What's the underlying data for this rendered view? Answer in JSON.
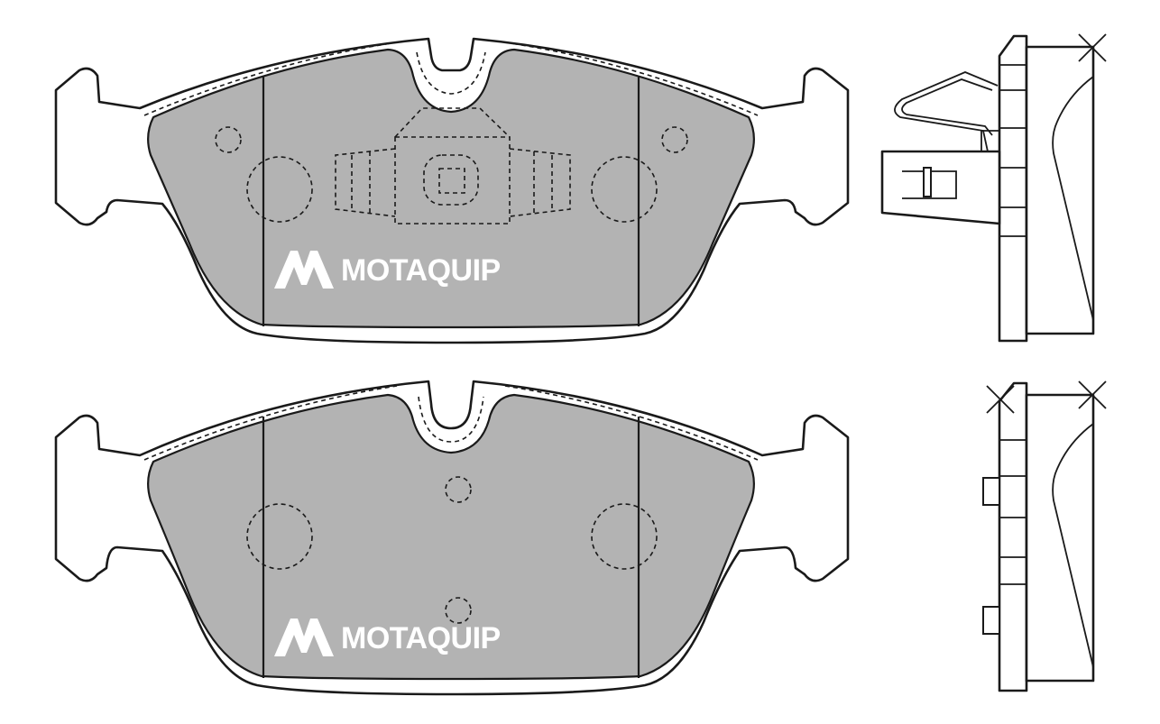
{
  "pads": [
    {
      "id": "top",
      "brand_logo": "MOTAQUIP",
      "has_wear_sensor_clip": true,
      "features": [
        "backing-plate",
        "friction-material",
        "center-notch",
        "retaining-spring-clip",
        "side-profile"
      ]
    },
    {
      "id": "bottom",
      "brand_logo": "MOTAQUIP",
      "has_wear_sensor_clip": false,
      "features": [
        "backing-plate",
        "friction-material",
        "center-notch",
        "side-profile"
      ]
    }
  ],
  "colors": {
    "friction_material": "#b3b3b3",
    "outline": "#1a1a1a",
    "background": "#ffffff",
    "logo": "#ffffff"
  }
}
